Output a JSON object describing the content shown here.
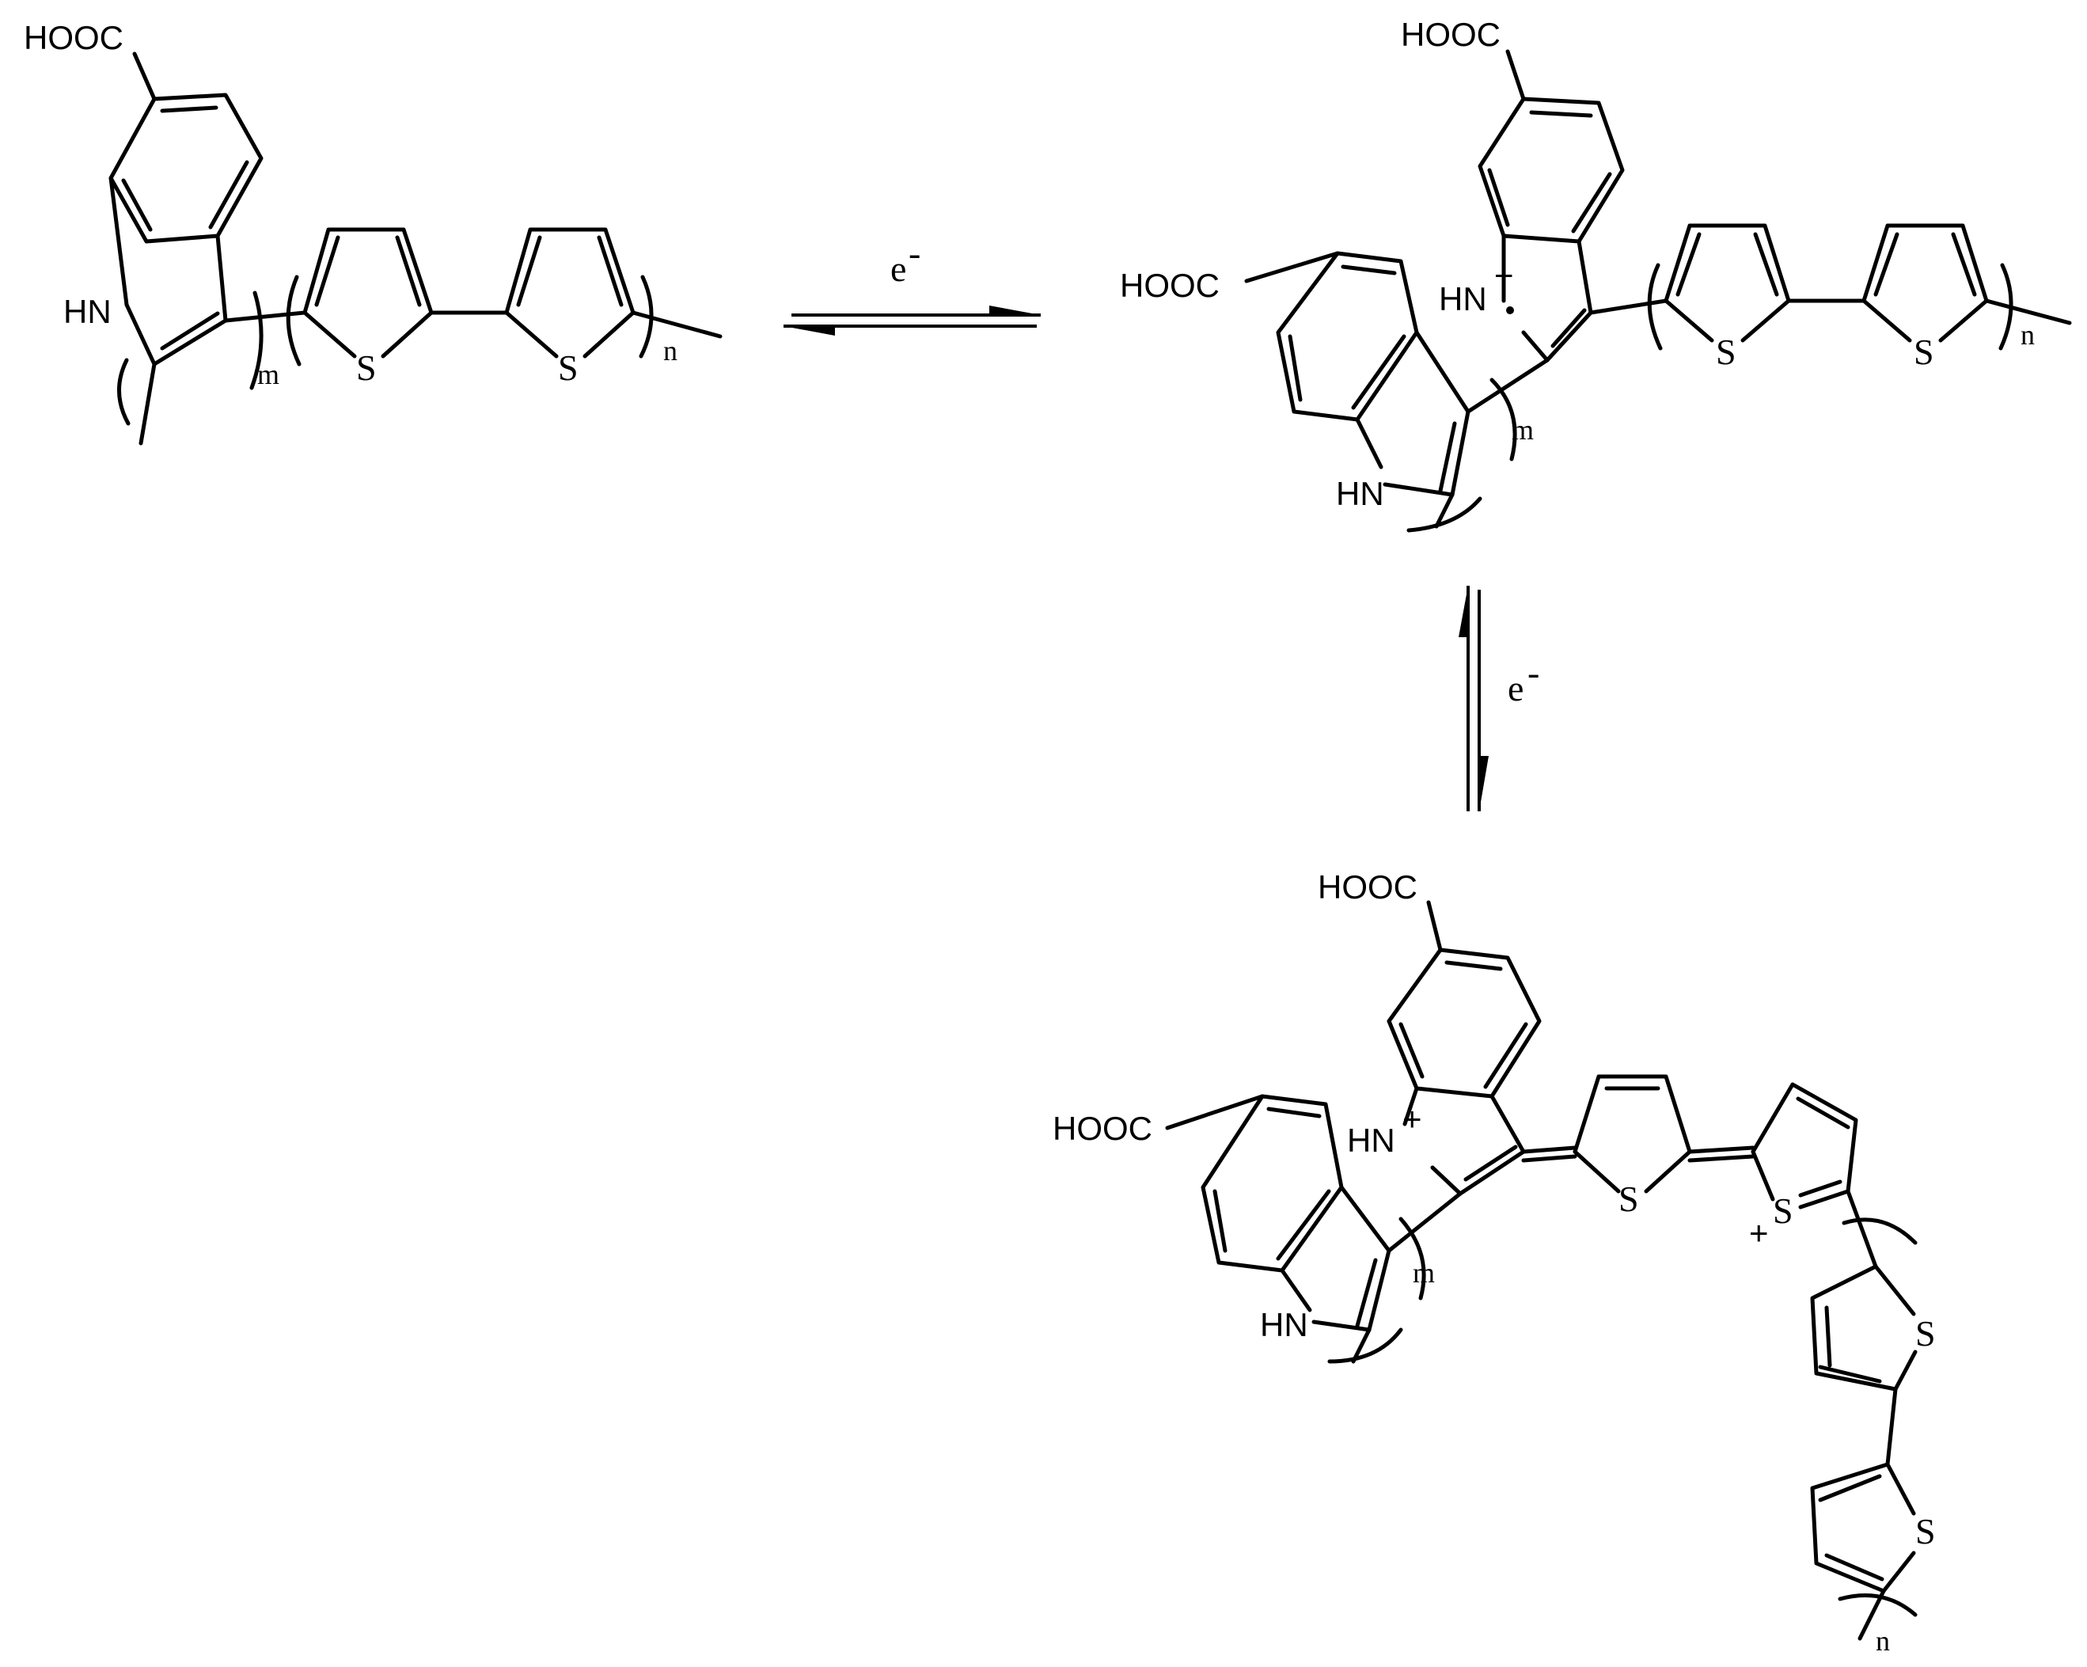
{
  "scheme": {
    "structure_1": {
      "cooh": "HOOC",
      "nh": "HN",
      "s1": "S",
      "s2": "S",
      "m": "m",
      "n": "n"
    },
    "step_1": {
      "reagent": "e",
      "charge": "-"
    },
    "structure_2": {
      "cooh_a": "HOOC",
      "cooh_b": "HOOC",
      "nh_cation": "HN",
      "plus": "+",
      "nh": "HN",
      "s1": "S",
      "s2": "S",
      "m": "m",
      "n": "n"
    },
    "step_2": {
      "reagent": "e",
      "charge": "-"
    },
    "structure_3": {
      "cooh_a": "HOOC",
      "cooh_b": "HOOC",
      "nh_cation": "HN",
      "plus_n": "+",
      "nh": "HN",
      "s1": "S",
      "s2": "S",
      "plus_s": "+",
      "s3": "S",
      "s4": "S",
      "m": "m",
      "n": "n"
    }
  }
}
